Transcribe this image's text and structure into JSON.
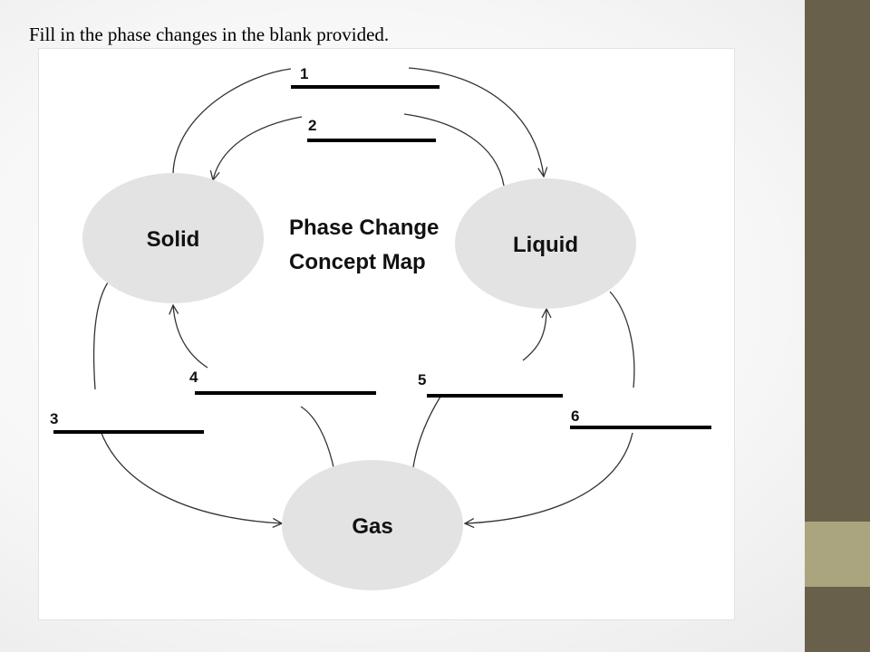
{
  "slide": {
    "title": "Fill in the phase changes in the blank provided."
  },
  "diagram": {
    "title_line1": "Phase Change",
    "title_line2": "Concept Map",
    "nodes": {
      "solid": "Solid",
      "liquid": "Liquid",
      "gas": "Gas"
    },
    "blanks": [
      {
        "number": "1"
      },
      {
        "number": "2"
      },
      {
        "number": "3"
      },
      {
        "number": "4"
      },
      {
        "number": "5"
      },
      {
        "number": "6"
      }
    ],
    "colors": {
      "node_fill": "#e3e3e3",
      "side_bar_dark": "#68604a",
      "side_bar_light": "#aaa57f"
    }
  }
}
